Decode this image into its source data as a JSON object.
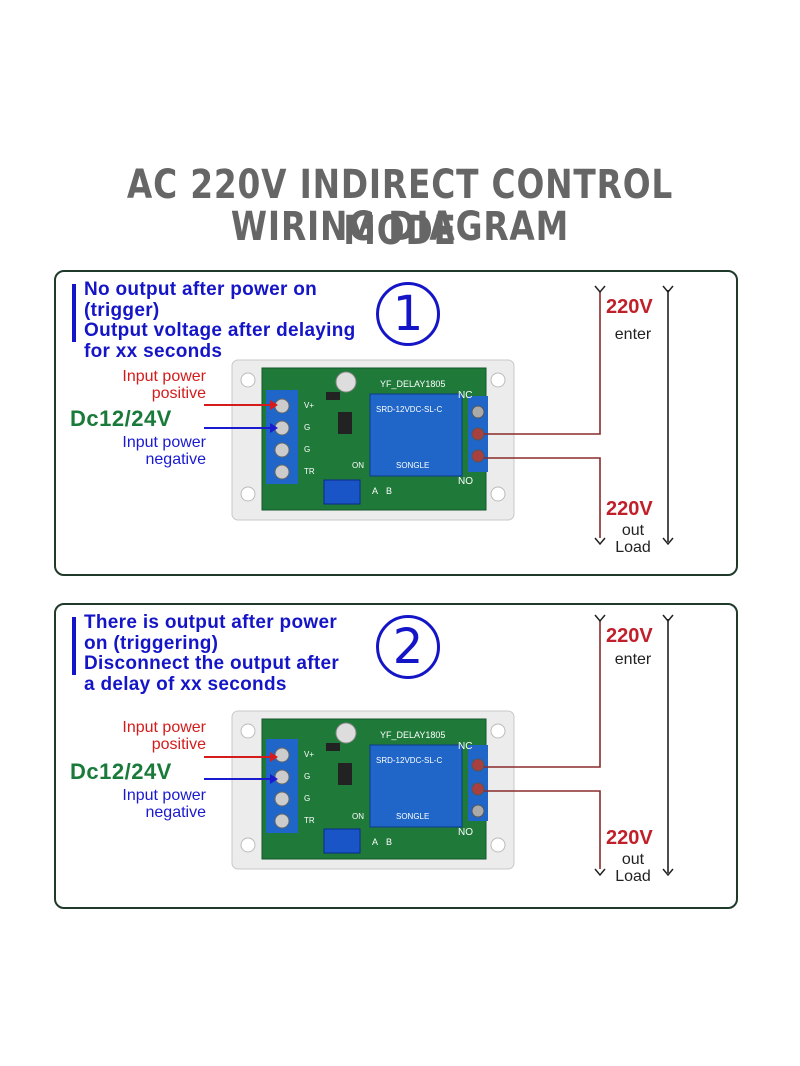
{
  "title": {
    "line1": "AC 220V INDIRECT CONTROL MODE",
    "line2": "WIRING DIAGRAM"
  },
  "panels": [
    {
      "number": "1",
      "desc_lines": [
        "No output after power on",
        "(trigger)",
        "Output voltage after delaying",
        "for xx seconds"
      ],
      "input_pos": [
        "Input power",
        "positive"
      ],
      "dc": "Dc12/24V",
      "input_neg": [
        "Input power",
        "negative"
      ],
      "enter_v": "220V",
      "enter_label": "enter",
      "out_v": "220V",
      "out_label": [
        "out",
        "Load"
      ],
      "board_name": "YF_DELAY1805",
      "nc": "NC",
      "no": "NO",
      "relay_text": "SRD-12VDC-SL-C",
      "relay_brand": "SONGLE",
      "pins": [
        "V+",
        "G",
        "G",
        "TR"
      ],
      "jumper": [
        "A",
        "B"
      ],
      "on_mark": "ON"
    },
    {
      "number": "2",
      "desc_lines": [
        "There is output after power",
        "on (triggering)",
        "Disconnect the output after",
        "a delay of xx seconds"
      ],
      "input_pos": [
        "Input power",
        "positive"
      ],
      "dc": "Dc12/24V",
      "input_neg": [
        "Input power",
        "negative"
      ],
      "enter_v": "220V",
      "enter_label": "enter",
      "out_v": "220V",
      "out_label": [
        "out",
        "Load"
      ],
      "board_name": "YF_DELAY1805",
      "nc": "NC",
      "no": "NO",
      "relay_text": "SRD-12VDC-SL-C",
      "relay_brand": "SONGLE",
      "pins": [
        "V+",
        "G",
        "G",
        "TR"
      ],
      "jumper": [
        "A",
        "B"
      ],
      "on_mark": "ON"
    }
  ],
  "colors": {
    "title": "#666666",
    "blue_text": "#1515c8",
    "red_text": "#d41c1c",
    "green_text": "#1a7a3a",
    "wire": "#8a2a2a",
    "pcb": "#1f7a3a",
    "relay": "#1f66c8"
  }
}
